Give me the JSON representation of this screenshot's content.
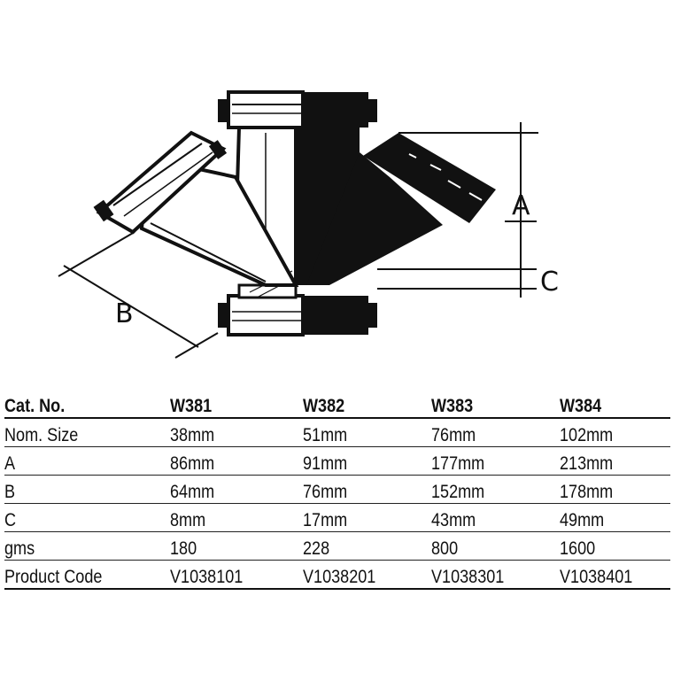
{
  "drawing": {
    "dim_a": "A",
    "dim_b": "B",
    "dim_c": "C"
  },
  "table": {
    "headers": [
      "Cat. No.",
      "W381",
      "W382",
      "W383",
      "W384"
    ],
    "rows": [
      [
        "Nom. Size",
        "38mm",
        "51mm",
        "76mm",
        "102mm"
      ],
      [
        "A",
        "86mm",
        "91mm",
        "177mm",
        "213mm"
      ],
      [
        "B",
        "64mm",
        "76mm",
        "152mm",
        "178mm"
      ],
      [
        "C",
        "8mm",
        "17mm",
        "43mm",
        "49mm"
      ],
      [
        "gms",
        "180",
        "228",
        "800",
        "1600"
      ],
      [
        "Product Code",
        "V1038101",
        "V1038201",
        "V1038301",
        "V1038401"
      ]
    ]
  }
}
